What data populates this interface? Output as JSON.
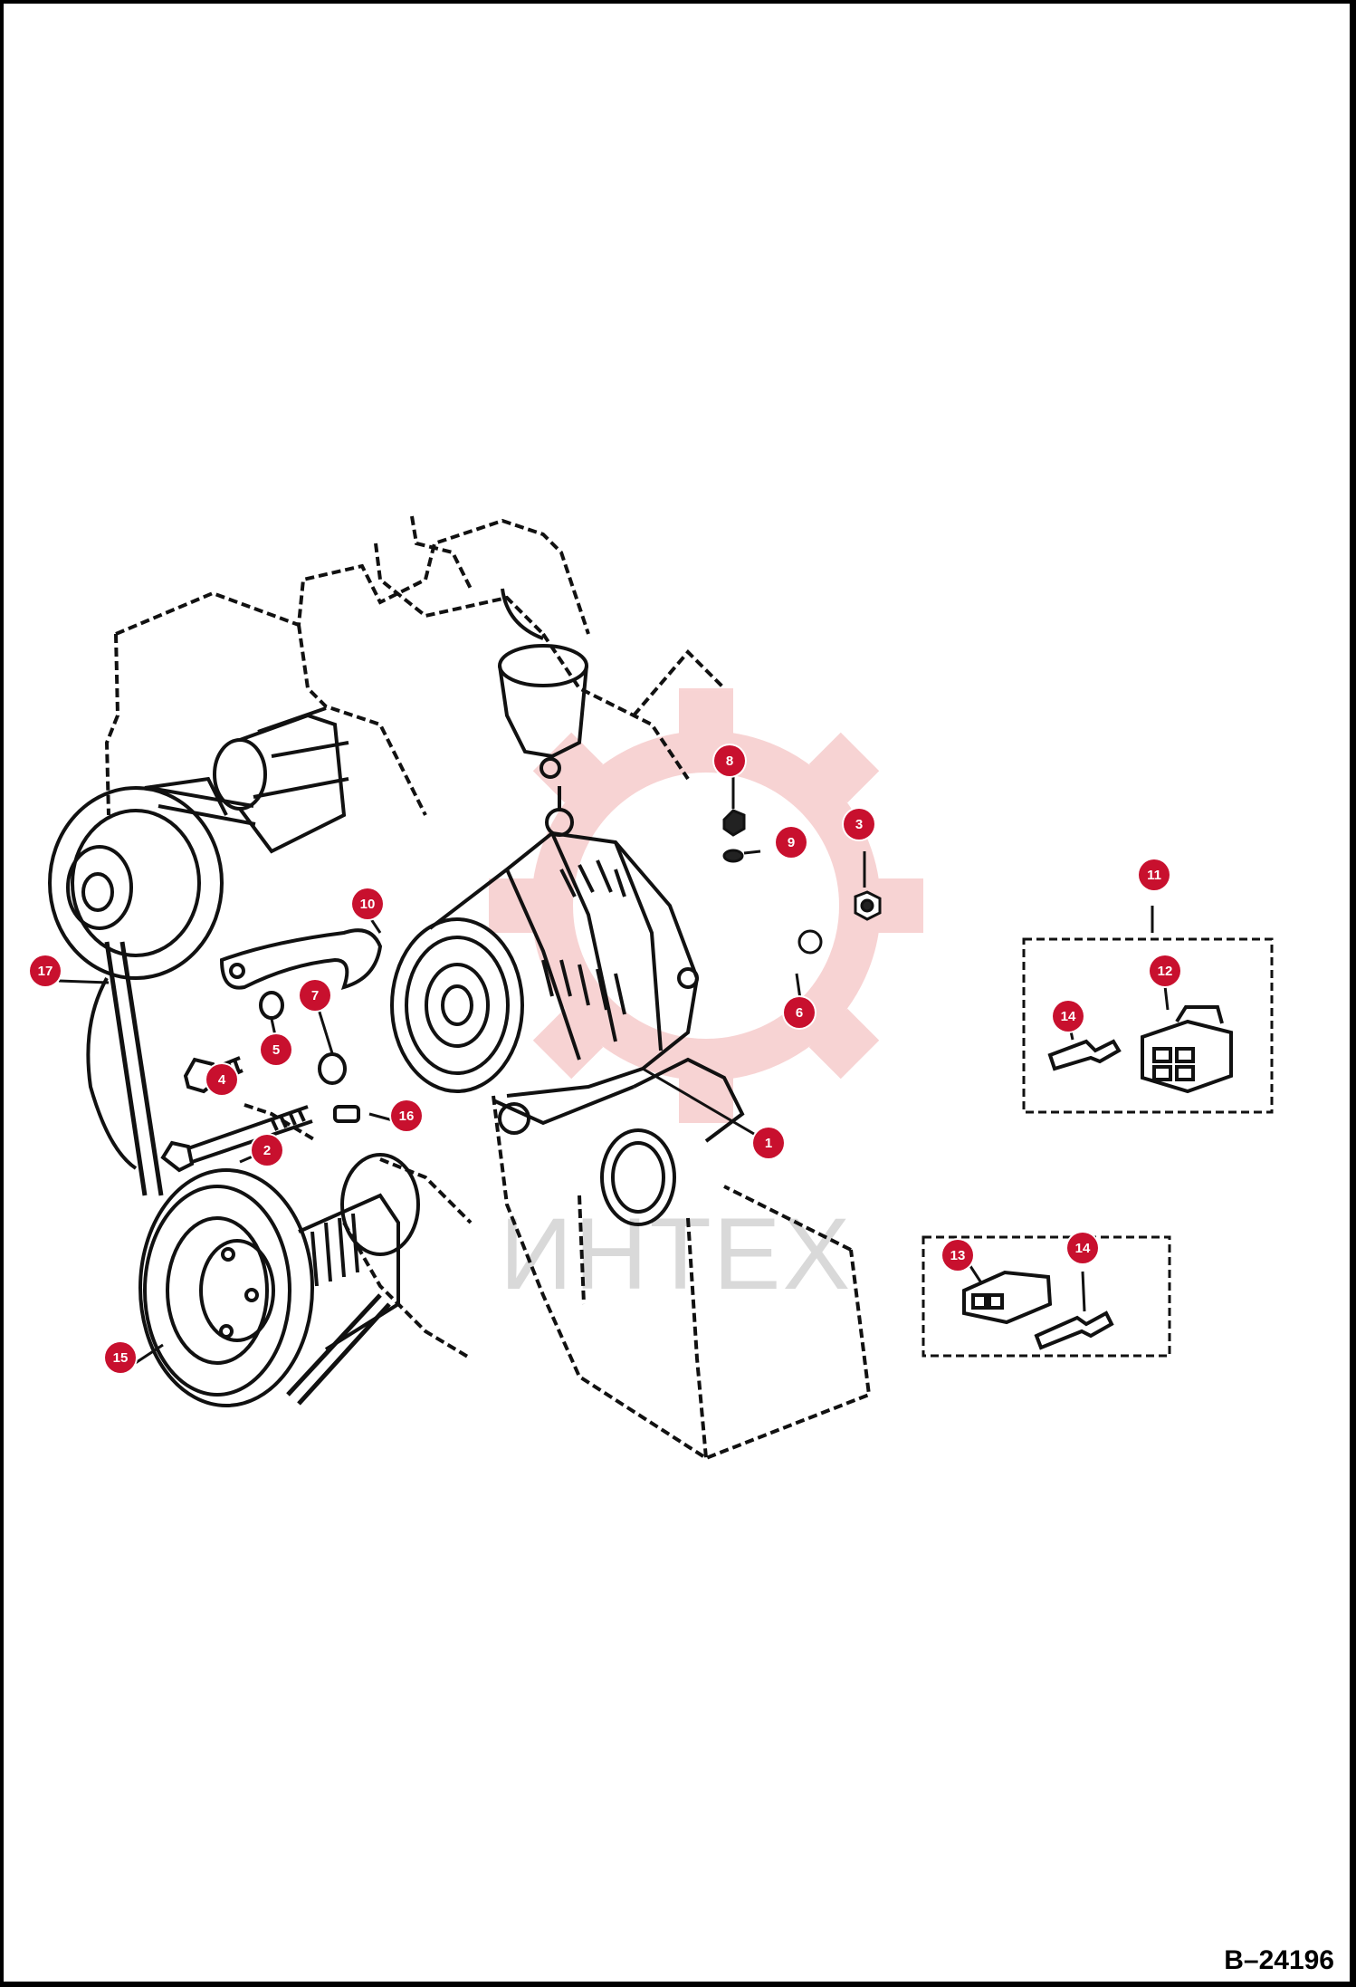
{
  "drawing_code": "B–24196",
  "watermark_text": "ИНТЕХ",
  "accent_color": "#c8102e",
  "callouts": [
    {
      "id": "callout-1",
      "label": "1"
    },
    {
      "id": "callout-2",
      "label": "2"
    },
    {
      "id": "callout-3",
      "label": "3"
    },
    {
      "id": "callout-4",
      "label": "4"
    },
    {
      "id": "callout-5",
      "label": "5"
    },
    {
      "id": "callout-6",
      "label": "6"
    },
    {
      "id": "callout-7",
      "label": "7"
    },
    {
      "id": "callout-8",
      "label": "8"
    },
    {
      "id": "callout-9",
      "label": "9"
    },
    {
      "id": "callout-10",
      "label": "10"
    },
    {
      "id": "callout-11",
      "label": "11"
    },
    {
      "id": "callout-12",
      "label": "12"
    },
    {
      "id": "callout-13",
      "label": "13"
    },
    {
      "id": "callout-14a",
      "label": "14"
    },
    {
      "id": "callout-14b",
      "label": "14"
    },
    {
      "id": "callout-15",
      "label": "15"
    },
    {
      "id": "callout-16",
      "label": "16"
    },
    {
      "id": "callout-17",
      "label": "17"
    }
  ]
}
